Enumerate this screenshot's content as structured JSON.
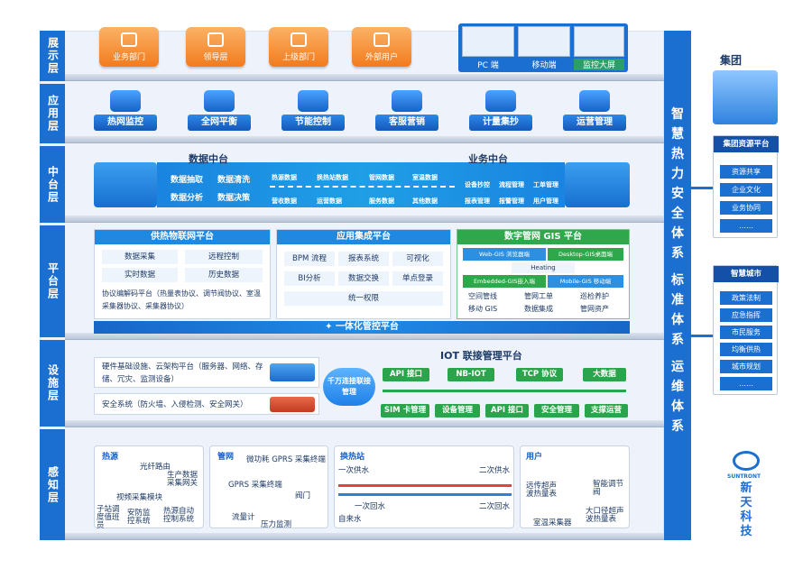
{
  "layers": [
    "展示层",
    "应用层",
    "中台层",
    "平台层",
    "设施层",
    "感知层"
  ],
  "display": {
    "buttons": [
      "业务部门",
      "领导层",
      "上级部门",
      "外部用户"
    ],
    "screens": [
      "PC 端",
      "移动端",
      "监控大屏"
    ]
  },
  "apps": [
    "热网监控",
    "全网平衡",
    "节能控制",
    "客服营销",
    "计量集抄",
    "运营管理"
  ],
  "middle": {
    "data_title": "数据中台",
    "data_items": [
      "数据抽取",
      "数据清洗",
      "数据分析",
      "数据决策"
    ],
    "flow_top": [
      "热源数据",
      "换热站数据",
      "管网数据",
      "室温数据"
    ],
    "flow_bottom": [
      "营收数据",
      "运营数据",
      "服务数据",
      "其他数据"
    ],
    "biz_title": "业务中台",
    "biz_items": [
      "设备抄控",
      "流程管理",
      "工单管理",
      "报表管理",
      "报警管理",
      "用户管理"
    ]
  },
  "platform": {
    "iot_title": "供热物联网平台",
    "iot_cells": [
      "数据采集",
      "远程控制",
      "实时数据",
      "历史数据"
    ],
    "iot_protocol": "协议编解码平台（热量表协议、调节阀协议、室温采集器协议、采集器协议）",
    "app_title": "应用集成平台",
    "app_cells": [
      "BPM 流程",
      "报表系统",
      "可视化",
      "BI分析",
      "数据交换",
      "单点登录",
      "统一权限"
    ],
    "gis_title": "数字管网 GIS 平台",
    "gis_modules": [
      "Web-GIS 浏览器端",
      "Desktop-GIS桌面端",
      "Heating",
      "Embedded-GIS嵌入端",
      "Mobile-GIS 移动端"
    ],
    "gis_items": [
      "空间管线",
      "管网工单",
      "巡检养护",
      "移动 GIS",
      "数据集成",
      "管网资产"
    ],
    "bottom_bar": "一体化管控平台"
  },
  "facility": {
    "hardware": "硬件基础设施、云架构平台（服务器、网络、存储、冗灾、监测设备）",
    "security": "安全系统（防火墙、入侵检测、安全网关）",
    "cloud": "千万连接联接管理",
    "iot_title": "IOT 联接管理平台",
    "iot_top": [
      "API 接口",
      "NB-IOT",
      "TCP 协议",
      "大数据"
    ],
    "iot_bottom": [
      "SIM 卡管理",
      "设备管理",
      "API 接口",
      "安全管理",
      "支撑运营"
    ]
  },
  "sensing": {
    "sections": [
      "热源",
      "管网",
      "换热站",
      "用户"
    ],
    "source_labels": [
      "光纤路由",
      "生产数据采集网关",
      "视频采集模块",
      "子站调度值班员",
      "安防监控系统",
      "热源自动控制系统"
    ],
    "pipe_labels": [
      "微功耗 GPRS 采集终端",
      "GPRS 采集终端",
      "阀门",
      "流量计",
      "压力监测"
    ],
    "station_labels": [
      "一次供水",
      "二次供水",
      "一次回水",
      "二次回水",
      "自来水"
    ],
    "user_labels": [
      "远传超声波热量表",
      "智能调节阀",
      "室温采集器",
      "大口径超声波热量表"
    ]
  },
  "right_bar": [
    "智",
    "慧",
    "热",
    "力",
    "安",
    "全",
    "体",
    "系",
    "标",
    "准",
    "体",
    "系",
    "运",
    "维",
    "体",
    "系"
  ],
  "group": {
    "title": "集团",
    "panel_title": "集团资源平台",
    "items": [
      "资源共享",
      "企业文化",
      "业务协同",
      "……"
    ]
  },
  "city": {
    "panel_title": "智慧城市",
    "items": [
      "政策法制",
      "应急指挥",
      "市民服务",
      "均衡供热",
      "城市规划",
      "……"
    ]
  },
  "brand": {
    "en": "SUNTRONT",
    "cn": [
      "新",
      "天",
      "科",
      "技"
    ]
  }
}
